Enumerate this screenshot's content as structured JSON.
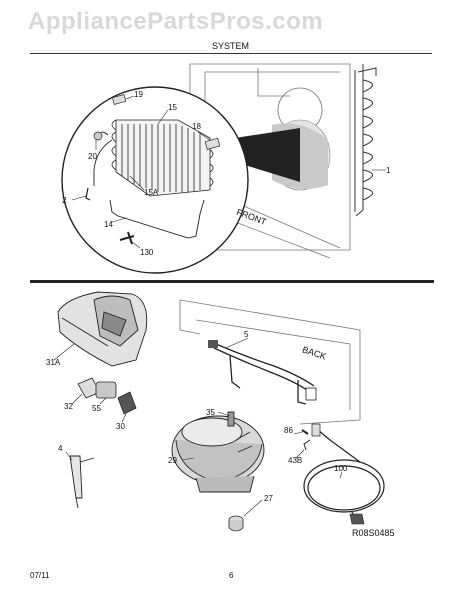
{
  "header": {
    "watermark": "AppliancePartsPros.com",
    "section": "SYSTEM"
  },
  "callouts": {
    "c1": "1",
    "c2": "2",
    "c4": "4",
    "c5": "5",
    "c14": "14",
    "c15": "15",
    "c15a": "15A",
    "c18": "18",
    "c19": "19",
    "c20": "20",
    "c27": "27",
    "c29": "29",
    "c30": "30",
    "c31a": "31A",
    "c32": "32",
    "c35": "35",
    "c43b": "43B",
    "c55": "55",
    "c86": "86",
    "c100": "100",
    "c130": "130"
  },
  "labels": {
    "front": "FRONT",
    "back": "BACK",
    "ref_code": "R08S0485"
  },
  "footer": {
    "date": "07/11",
    "page": "6"
  }
}
